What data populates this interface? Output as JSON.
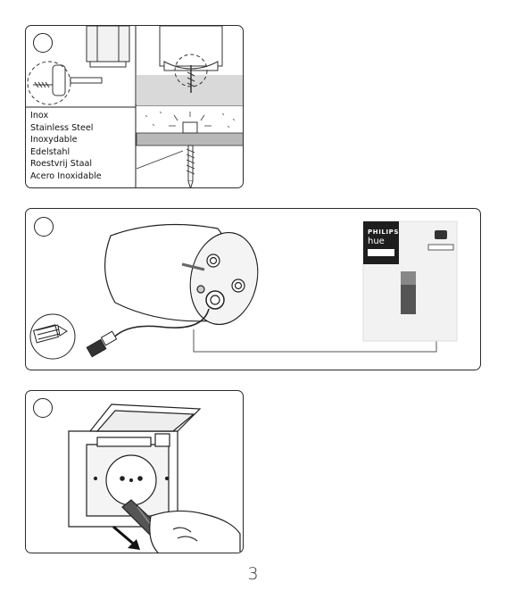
{
  "page_number": "3",
  "step1": {
    "material_lines": [
      "Inox",
      "Stainless Steel",
      "Inoxydable",
      "Edelstahl",
      "Roestvrij Staal",
      "Acero Inoxidable"
    ]
  },
  "step2": {
    "box": {
      "brand": "PHILIPS",
      "product": "hue"
    }
  },
  "colors": {
    "panel_border": "#2a2a2a",
    "gray_band": "#b8b8b8",
    "box_dark": "#1e1e1e",
    "light_fill": "#e6e6e6"
  }
}
